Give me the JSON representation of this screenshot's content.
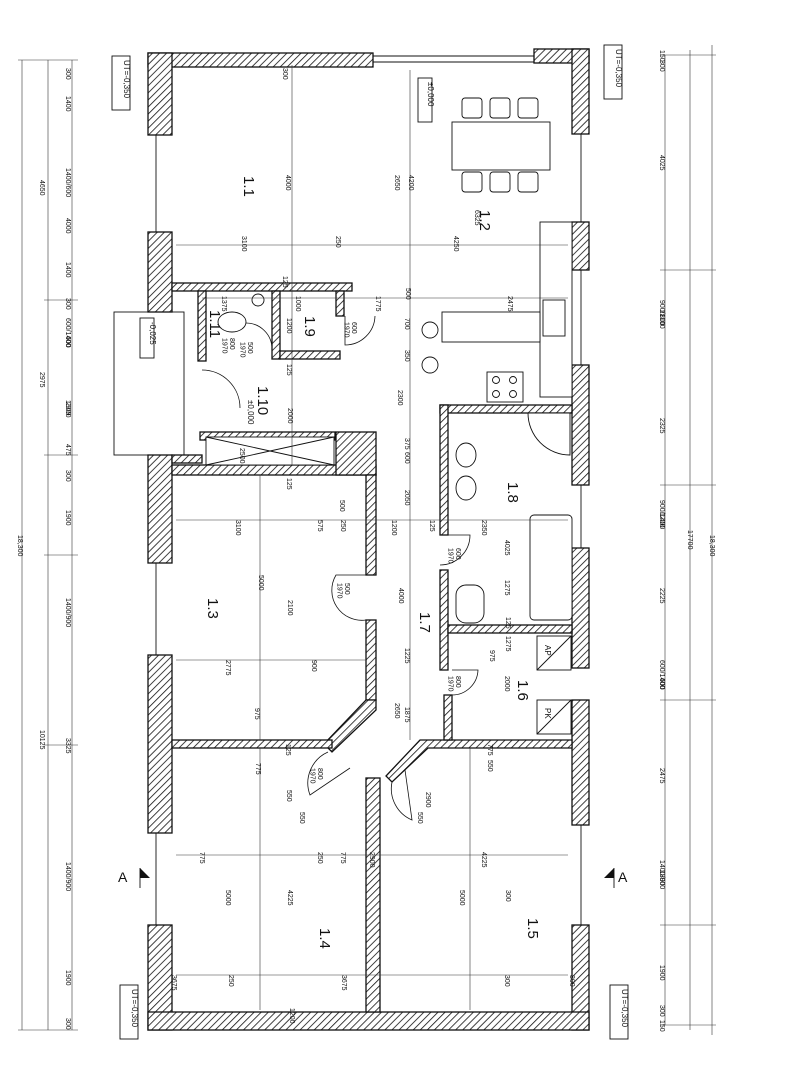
{
  "rooms": [
    {
      "id": "1.1"
    },
    {
      "id": "1.2"
    },
    {
      "id": "1.3"
    },
    {
      "id": "1.4"
    },
    {
      "id": "1.5"
    },
    {
      "id": "1.6"
    },
    {
      "id": "1.7"
    },
    {
      "id": "1.8"
    },
    {
      "id": "1.9"
    },
    {
      "id": "1.10"
    },
    {
      "id": "1.11"
    }
  ],
  "levels": {
    "ut_tl": "UT=-0,350",
    "ut_tr": "UT=-0,350",
    "ut_bl": "UT=-0,350",
    "ut_br": "UT=-0,350",
    "floor_main": "±0,000",
    "floor_hall": "±0,000",
    "entrance": "-0,025"
  },
  "section": {
    "left": "A",
    "right": "A"
  },
  "doors": [
    {
      "text": "600\n1970"
    },
    {
      "text": "800\n1970"
    },
    {
      "text": "500\n1970"
    },
    {
      "text": "600\n1970"
    },
    {
      "text": "500\n1970"
    },
    {
      "text": "800\n1970"
    },
    {
      "text": "800\n1970"
    }
  ],
  "fixtures": {
    "ap": "AP",
    "pk": "PK"
  },
  "dims_interior": [
    "300",
    "3100",
    "250",
    "4250",
    "4000",
    "2650",
    "4200",
    "6325",
    "1375",
    "1000",
    "1775",
    "2475",
    "125",
    "500",
    "1200",
    "700",
    "350",
    "125",
    "2000",
    "2300",
    "2500",
    "375",
    "125",
    "3100",
    "575",
    "250",
    "1200",
    "125",
    "2350",
    "4025",
    "5000",
    "2100",
    "2050",
    "4000",
    "1275",
    "2775",
    "900",
    "975",
    "1225",
    "975",
    "2000",
    "1275",
    "125",
    "775",
    "1875",
    "2650",
    "125",
    "775",
    "550",
    "550",
    "550",
    "550",
    "2900",
    "775",
    "250",
    "775",
    "2900",
    "4225",
    "5000",
    "4225",
    "5000",
    "300",
    "3675",
    "250",
    "3675",
    "300",
    "300",
    "1200",
    "600",
    "500"
  ],
  "dims_left_outer": [
    "18,300"
  ],
  "dims_left_mid": [
    "4650",
    "2975",
    "10125"
  ],
  "dims_left_inner": [
    "300",
    "1400",
    "1400/600",
    "4000",
    "1400",
    "300",
    "600/1400",
    "600",
    "2300",
    "1309",
    "475",
    "300",
    "1900",
    "1400/900",
    "3325",
    "1400/900",
    "1900",
    "300"
  ],
  "dims_right_outer": [
    "18,300"
  ],
  "dims_right_mid": [
    "17700"
  ],
  "dims_right_inner": [
    "150",
    "300",
    "4025",
    "900/1100",
    "1800",
    "2325",
    "900/1400",
    "1200",
    "2225",
    "600/1400",
    "600",
    "2475",
    "1400/900",
    "1800",
    "1900",
    "300",
    "150"
  ]
}
